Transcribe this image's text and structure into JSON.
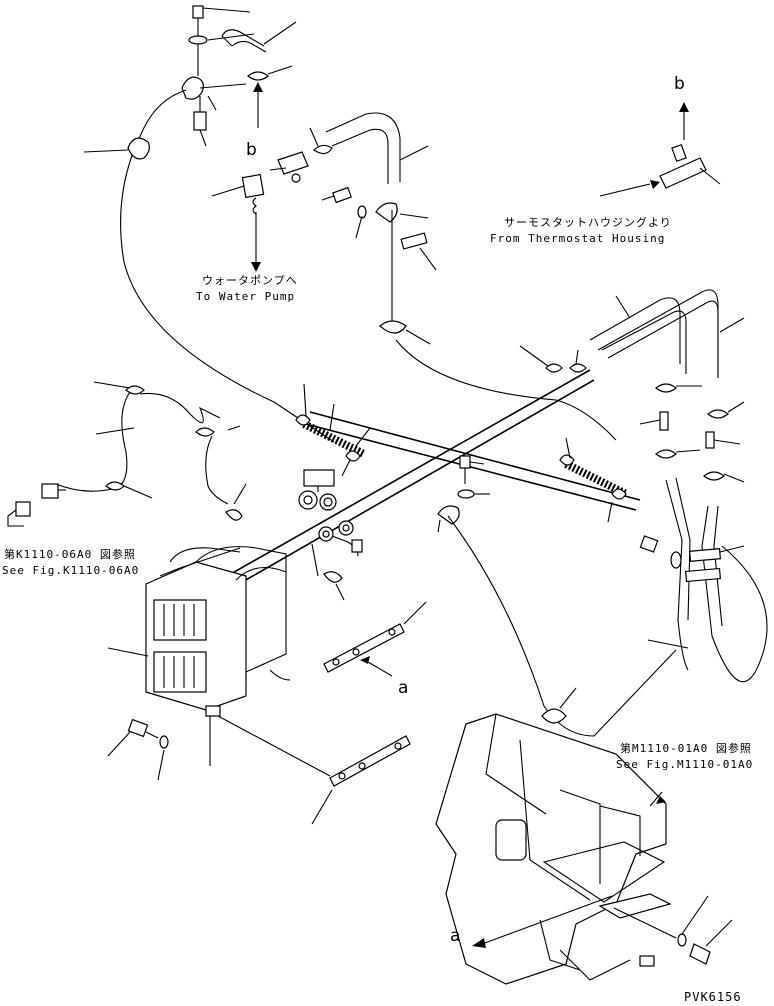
{
  "labels": {
    "from_jp": "サーモスタットハウジングより",
    "from_en": "From Thermostat Housing",
    "to_jp": "ウォータポンプへ",
    "to_en": "To Water Pump",
    "see_k_jp": "第K1110-06A0 図参照",
    "see_k_en": "See Fig.K1110-06A0",
    "see_m_jp": "第M1110-01A0 図参照",
    "see_m_en": "See Fig.M1110-01A0",
    "ref_b_top": "b",
    "ref_b_right": "b",
    "ref_a_mid": "a",
    "ref_a_bottom": "a",
    "drawing_no": "PVK6156"
  }
}
